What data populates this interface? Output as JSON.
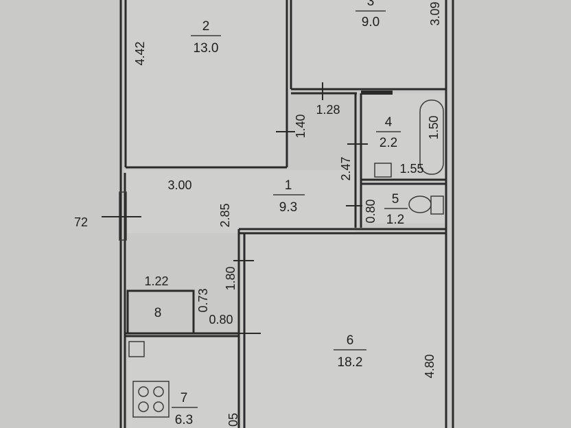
{
  "colors": {
    "background": "#c9c9c7",
    "room_fill": "#cfcfcd",
    "wall": "#2a2a2a",
    "text": "#1e1e1e"
  },
  "rooms": {
    "r2": {
      "number": "2",
      "area": "13.0"
    },
    "r3": {
      "number": "3",
      "area": "9.0"
    },
    "r4": {
      "number": "4",
      "area": "2.2"
    },
    "r1": {
      "number": "1",
      "area": "9.3"
    },
    "r5": {
      "number": "5",
      "area": "1.2"
    },
    "r6": {
      "number": "6",
      "area": "18.2"
    },
    "r7": {
      "number": "7",
      "area": "6.3"
    },
    "r8": {
      "number": "8"
    }
  },
  "dimensions": {
    "d_442": "4.42",
    "d_309": "3.09",
    "d_128": "1.28",
    "d_140": "1.40",
    "d_247": "2.47",
    "d_150": "1.50",
    "d_155": "1.55",
    "d_300": "3.00",
    "d_285": "2.85",
    "d_080a": "0.80",
    "d_72": "72",
    "d_180": "1.80",
    "d_122": "1.22",
    "d_073": "0.73",
    "d_080b": "0.80",
    "d_480": "4.80",
    "d_05": "05"
  }
}
